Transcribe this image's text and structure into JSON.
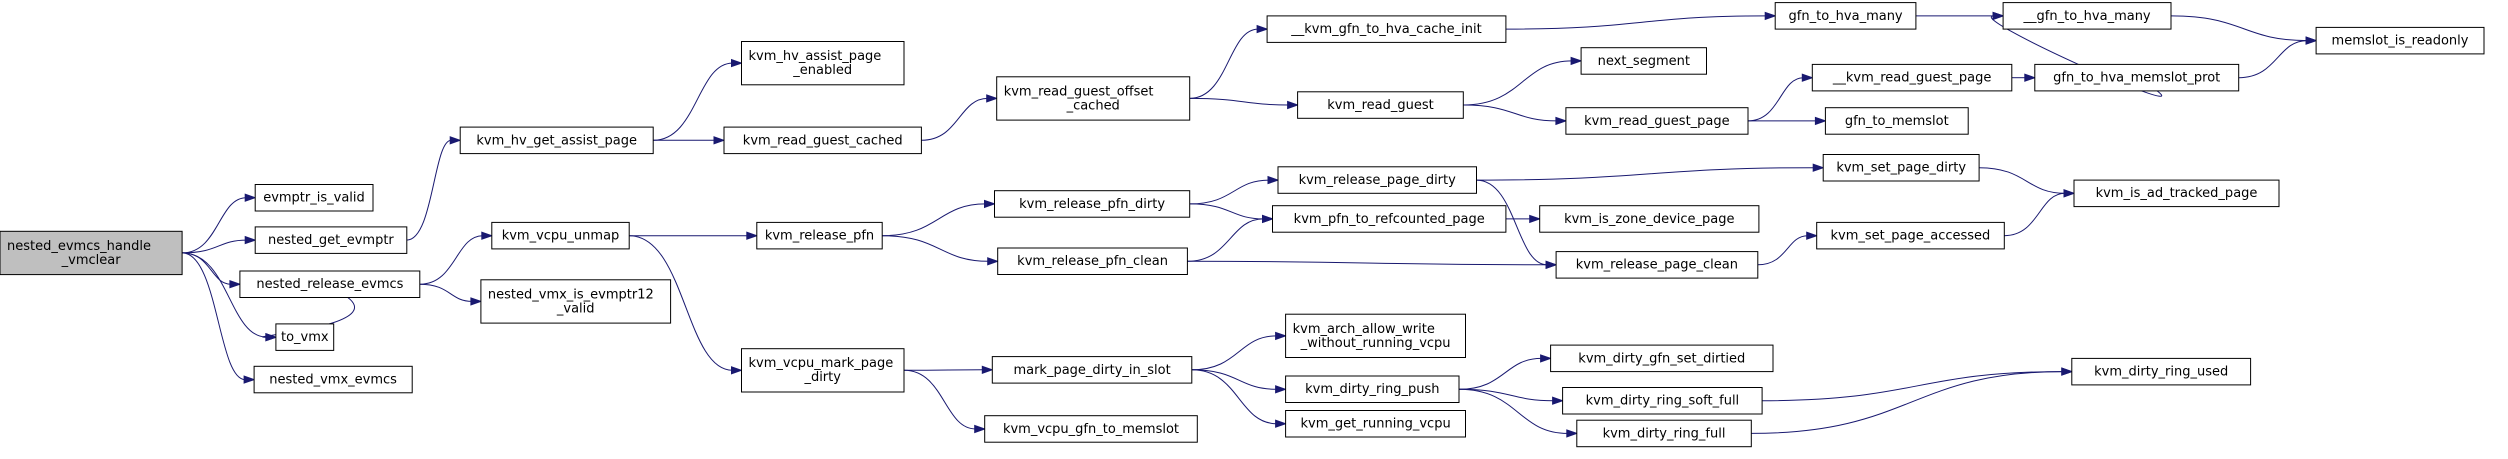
{
  "colors": {
    "edge": "#191970",
    "root_fill": "#bfbfbf",
    "node_fill": "#ffffff"
  },
  "nodes": [
    {
      "id": "root",
      "lines": [
        "nested_evmcs_handle",
        "_vmclear"
      ],
      "root": true
    },
    {
      "id": "evmptr_is_valid",
      "lines": [
        "evmptr_is_valid"
      ]
    },
    {
      "id": "nested_get_evmptr",
      "lines": [
        "nested_get_evmptr"
      ]
    },
    {
      "id": "nested_release_evmcs",
      "lines": [
        "nested_release_evmcs"
      ]
    },
    {
      "id": "to_vmx",
      "lines": [
        "to_vmx"
      ]
    },
    {
      "id": "nested_vmx_evmcs",
      "lines": [
        "nested_vmx_evmcs"
      ]
    },
    {
      "id": "kvm_hv_get_assist_page",
      "lines": [
        "kvm_hv_get_assist_page"
      ]
    },
    {
      "id": "kvm_vcpu_unmap",
      "lines": [
        "kvm_vcpu_unmap"
      ]
    },
    {
      "id": "nested_vmx_is_evmptr12_valid",
      "lines": [
        "nested_vmx_is_evmptr12",
        "_valid"
      ]
    },
    {
      "id": "kvm_hv_assist_page_enabled",
      "lines": [
        "kvm_hv_assist_page",
        "_enabled"
      ]
    },
    {
      "id": "kvm_read_guest_cached",
      "lines": [
        "kvm_read_guest_cached"
      ]
    },
    {
      "id": "kvm_release_pfn",
      "lines": [
        "kvm_release_pfn"
      ]
    },
    {
      "id": "kvm_vcpu_mark_page_dirty",
      "lines": [
        "kvm_vcpu_mark_page",
        "_dirty"
      ]
    },
    {
      "id": "kvm_read_guest_offset_cached",
      "lines": [
        "kvm_read_guest_offset",
        "_cached"
      ]
    },
    {
      "id": "kvm_release_pfn_dirty",
      "lines": [
        "kvm_release_pfn_dirty"
      ]
    },
    {
      "id": "kvm_release_pfn_clean",
      "lines": [
        "kvm_release_pfn_clean"
      ]
    },
    {
      "id": "mark_page_dirty_in_slot",
      "lines": [
        "mark_page_dirty_in_slot"
      ]
    },
    {
      "id": "kvm_vcpu_gfn_to_memslot",
      "lines": [
        "kvm_vcpu_gfn_to_memslot"
      ]
    },
    {
      "id": "__kvm_gfn_to_hva_cache_init",
      "lines": [
        "__kvm_gfn_to_hva_cache_init"
      ]
    },
    {
      "id": "kvm_read_guest",
      "lines": [
        "kvm_read_guest"
      ]
    },
    {
      "id": "kvm_release_page_dirty",
      "lines": [
        "kvm_release_page_dirty"
      ]
    },
    {
      "id": "kvm_pfn_to_refcounted_page",
      "lines": [
        "kvm_pfn_to_refcounted_page"
      ]
    },
    {
      "id": "kvm_arch_allow_write_without_running_vcpu",
      "lines": [
        "kvm_arch_allow_write",
        "_without_running_vcpu"
      ]
    },
    {
      "id": "kvm_dirty_ring_push",
      "lines": [
        "kvm_dirty_ring_push"
      ]
    },
    {
      "id": "kvm_get_running_vcpu",
      "lines": [
        "kvm_get_running_vcpu"
      ]
    },
    {
      "id": "next_segment",
      "lines": [
        "next_segment"
      ]
    },
    {
      "id": "kvm_read_guest_page",
      "lines": [
        "kvm_read_guest_page"
      ]
    },
    {
      "id": "kvm_is_zone_device_page",
      "lines": [
        "kvm_is_zone_device_page"
      ]
    },
    {
      "id": "kvm_release_page_clean",
      "lines": [
        "kvm_release_page_clean"
      ]
    },
    {
      "id": "kvm_dirty_gfn_set_dirtied",
      "lines": [
        "kvm_dirty_gfn_set_dirtied"
      ]
    },
    {
      "id": "kvm_dirty_ring_soft_full",
      "lines": [
        "kvm_dirty_ring_soft_full"
      ]
    },
    {
      "id": "kvm_dirty_ring_full",
      "lines": [
        "kvm_dirty_ring_full"
      ]
    },
    {
      "id": "gfn_to_hva_many",
      "lines": [
        "gfn_to_hva_many"
      ]
    },
    {
      "id": "__kvm_read_guest_page",
      "lines": [
        "__kvm_read_guest_page"
      ]
    },
    {
      "id": "gfn_to_memslot",
      "lines": [
        "gfn_to_memslot"
      ]
    },
    {
      "id": "kvm_set_page_dirty",
      "lines": [
        "kvm_set_page_dirty"
      ]
    },
    {
      "id": "kvm_set_page_accessed",
      "lines": [
        "kvm_set_page_accessed"
      ]
    },
    {
      "id": "__gfn_to_hva_many",
      "lines": [
        "__gfn_to_hva_many"
      ]
    },
    {
      "id": "gfn_to_hva_memslot_prot",
      "lines": [
        "gfn_to_hva_memslot_prot"
      ]
    },
    {
      "id": "kvm_is_ad_tracked_page",
      "lines": [
        "kvm_is_ad_tracked_page"
      ]
    },
    {
      "id": "kvm_dirty_ring_used",
      "lines": [
        "kvm_dirty_ring_used"
      ]
    },
    {
      "id": "memslot_is_readonly",
      "lines": [
        "memslot_is_readonly"
      ]
    }
  ],
  "edges": [
    [
      "root",
      "evmptr_is_valid"
    ],
    [
      "root",
      "nested_get_evmptr"
    ],
    [
      "root",
      "nested_release_evmcs"
    ],
    [
      "root",
      "to_vmx"
    ],
    [
      "root",
      "nested_vmx_evmcs"
    ],
    [
      "nested_get_evmptr",
      "kvm_hv_get_assist_page"
    ],
    [
      "nested_release_evmcs",
      "kvm_vcpu_unmap"
    ],
    [
      "nested_release_evmcs",
      "nested_vmx_is_evmptr12_valid"
    ],
    [
      "nested_release_evmcs",
      "to_vmx"
    ],
    [
      "kvm_hv_get_assist_page",
      "kvm_hv_assist_page_enabled"
    ],
    [
      "kvm_hv_get_assist_page",
      "kvm_read_guest_cached"
    ],
    [
      "kvm_vcpu_unmap",
      "kvm_release_pfn"
    ],
    [
      "kvm_vcpu_unmap",
      "kvm_vcpu_mark_page_dirty"
    ],
    [
      "kvm_read_guest_cached",
      "kvm_read_guest_offset_cached"
    ],
    [
      "kvm_release_pfn",
      "kvm_release_pfn_dirty"
    ],
    [
      "kvm_release_pfn",
      "kvm_release_pfn_clean"
    ],
    [
      "kvm_vcpu_mark_page_dirty",
      "mark_page_dirty_in_slot"
    ],
    [
      "kvm_vcpu_mark_page_dirty",
      "kvm_vcpu_gfn_to_memslot"
    ],
    [
      "kvm_read_guest_offset_cached",
      "__kvm_gfn_to_hva_cache_init"
    ],
    [
      "kvm_read_guest_offset_cached",
      "kvm_read_guest"
    ],
    [
      "kvm_release_pfn_dirty",
      "kvm_release_page_dirty"
    ],
    [
      "kvm_release_pfn_dirty",
      "kvm_pfn_to_refcounted_page"
    ],
    [
      "kvm_release_pfn_clean",
      "kvm_pfn_to_refcounted_page"
    ],
    [
      "kvm_release_pfn_clean",
      "kvm_release_page_clean"
    ],
    [
      "mark_page_dirty_in_slot",
      "kvm_arch_allow_write_without_running_vcpu"
    ],
    [
      "mark_page_dirty_in_slot",
      "kvm_dirty_ring_push"
    ],
    [
      "mark_page_dirty_in_slot",
      "kvm_get_running_vcpu"
    ],
    [
      "__kvm_gfn_to_hva_cache_init",
      "gfn_to_hva_many"
    ],
    [
      "kvm_read_guest",
      "next_segment"
    ],
    [
      "kvm_read_guest",
      "kvm_read_guest_page"
    ],
    [
      "kvm_release_page_dirty",
      "kvm_set_page_dirty"
    ],
    [
      "kvm_release_page_dirty",
      "kvm_release_page_clean"
    ],
    [
      "kvm_pfn_to_refcounted_page",
      "kvm_is_zone_device_page"
    ],
    [
      "kvm_release_page_clean",
      "kvm_set_page_accessed"
    ],
    [
      "kvm_dirty_ring_push",
      "kvm_dirty_gfn_set_dirtied"
    ],
    [
      "kvm_dirty_ring_push",
      "kvm_dirty_ring_soft_full"
    ],
    [
      "kvm_dirty_ring_push",
      "kvm_dirty_ring_full"
    ],
    [
      "kvm_read_guest_page",
      "__kvm_read_guest_page"
    ],
    [
      "kvm_read_guest_page",
      "gfn_to_memslot"
    ],
    [
      "gfn_to_hva_many",
      "__gfn_to_hva_many"
    ],
    [
      "__kvm_read_guest_page",
      "gfn_to_hva_memslot_prot"
    ],
    [
      "kvm_set_page_dirty",
      "kvm_is_ad_tracked_page"
    ],
    [
      "kvm_set_page_accessed",
      "kvm_is_ad_tracked_page"
    ],
    [
      "kvm_dirty_ring_soft_full",
      "kvm_dirty_ring_used"
    ],
    [
      "kvm_dirty_ring_full",
      "kvm_dirty_ring_used"
    ],
    [
      "__gfn_to_hva_many",
      "memslot_is_readonly"
    ],
    [
      "gfn_to_hva_memslot_prot",
      "__gfn_to_hva_many"
    ],
    [
      "gfn_to_hva_memslot_prot",
      "memslot_is_readonly"
    ]
  ]
}
